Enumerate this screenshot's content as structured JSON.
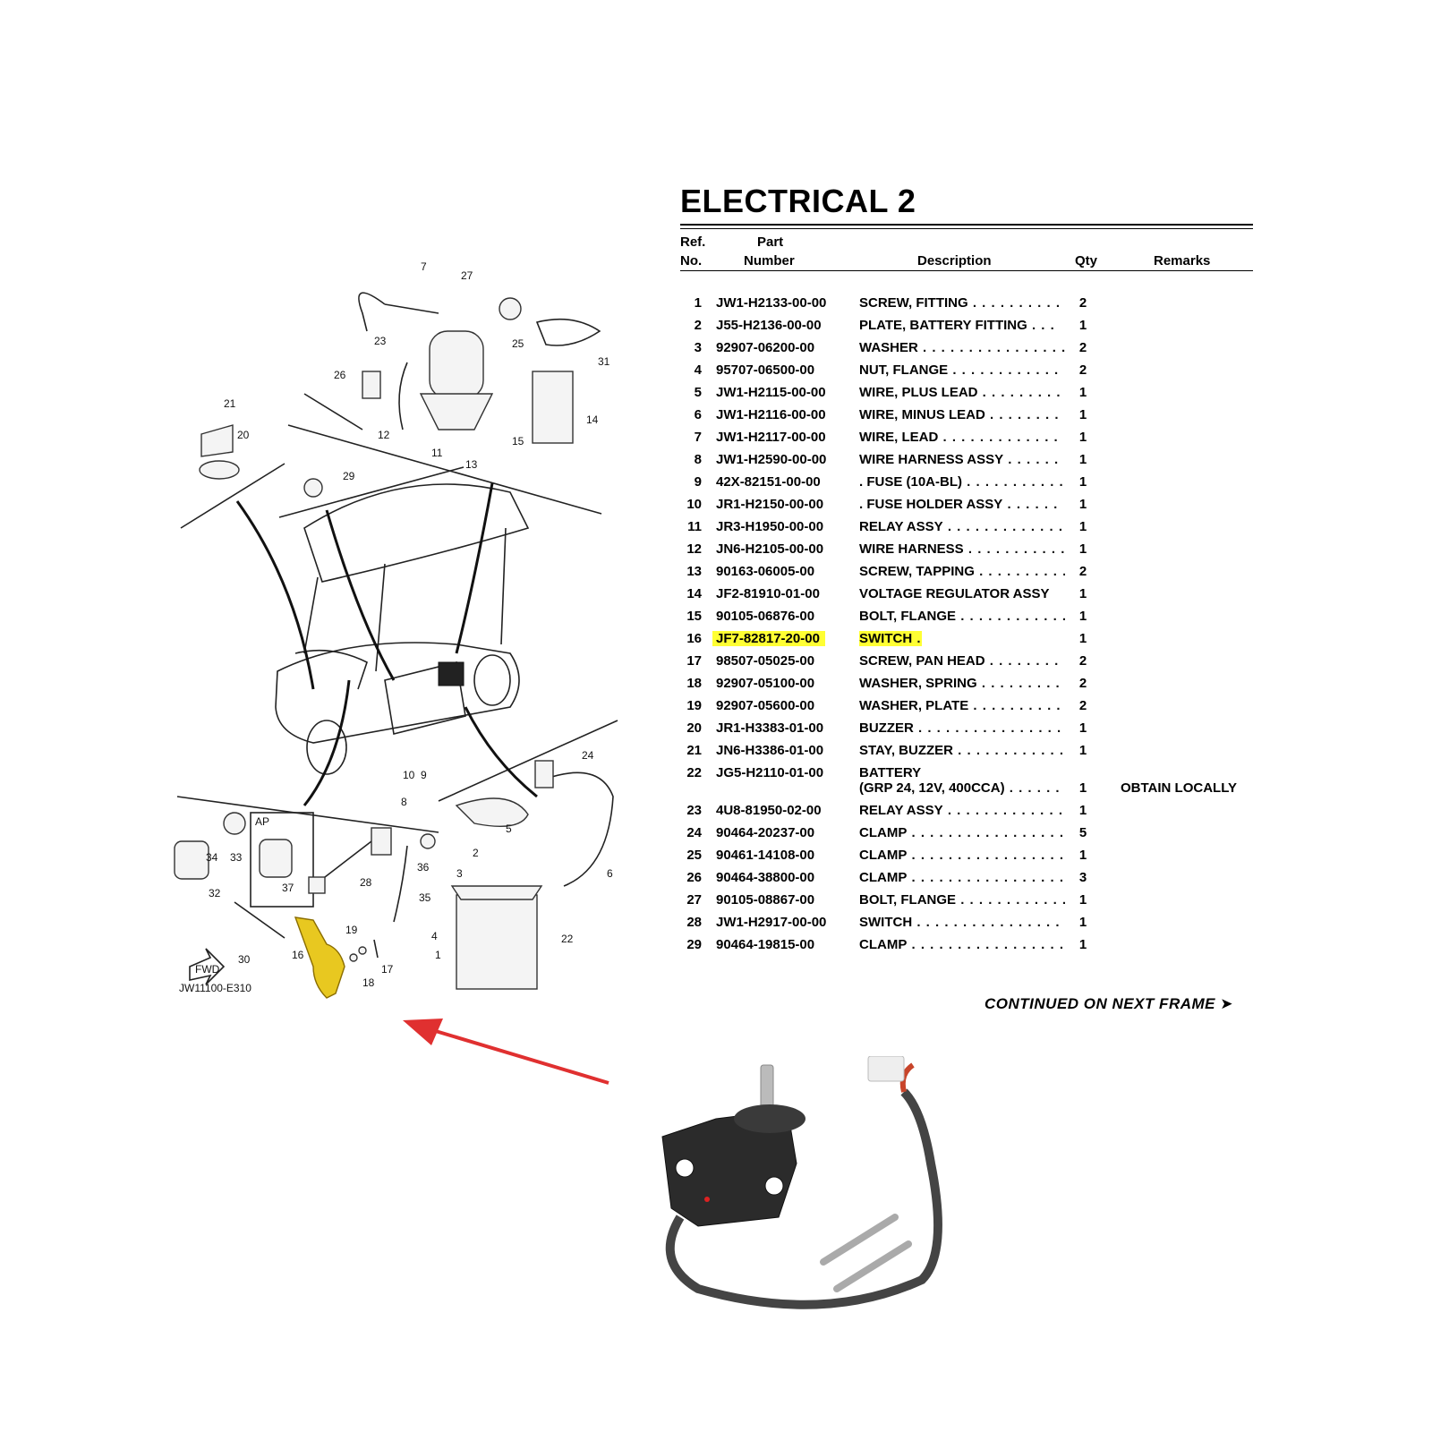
{
  "title": "ELECTRICAL 2",
  "headers": {
    "ref_line1": "Ref.",
    "ref_line2": "No.",
    "part_line1": "Part",
    "part_line2": "Number",
    "description": "Description",
    "qty": "Qty",
    "remarks": "Remarks"
  },
  "parts": [
    {
      "ref": "1",
      "part": "JW1-H2133-00-00",
      "desc": "SCREW, FITTING",
      "dots": " . . . . . . . . . . .",
      "qty": "2",
      "remarks": ""
    },
    {
      "ref": "2",
      "part": "J55-H2136-00-00",
      "desc": "PLATE, BATTERY FITTING",
      "dots": " . . .",
      "qty": "1",
      "remarks": ""
    },
    {
      "ref": "3",
      "part": "92907-06200-00",
      "desc": "WASHER",
      "dots": " . . . . . . . . . . . . . . . . .",
      "qty": "2",
      "remarks": ""
    },
    {
      "ref": "4",
      "part": "95707-06500-00",
      "desc": "NUT, FLANGE",
      "dots": " . . . . . . . . . . . .",
      "qty": "2",
      "remarks": ""
    },
    {
      "ref": "5",
      "part": "JW1-H2115-00-00",
      "desc": "WIRE, PLUS LEAD",
      "dots": " . . . . . . . . .",
      "qty": "1",
      "remarks": ""
    },
    {
      "ref": "6",
      "part": "JW1-H2116-00-00",
      "desc": "WIRE, MINUS LEAD",
      "dots": " . . . . . . . .",
      "qty": "1",
      "remarks": ""
    },
    {
      "ref": "7",
      "part": "JW1-H2117-00-00",
      "desc": "WIRE, LEAD",
      "dots": " . . . . . . . . . . . . .",
      "qty": "1",
      "remarks": ""
    },
    {
      "ref": "8",
      "part": "JW1-H2590-00-00",
      "desc": "WIRE HARNESS ASSY",
      "dots": " . . . . . .",
      "qty": "1",
      "remarks": ""
    },
    {
      "ref": "9",
      "part": "42X-82151-00-00",
      "desc": ". FUSE (10A-BL)",
      "dots": " . . . . . . . . . . .",
      "qty": "1",
      "remarks": ""
    },
    {
      "ref": "10",
      "part": "JR1-H2150-00-00",
      "desc": ". FUSE HOLDER ASSY",
      "dots": " . . . . . .",
      "qty": "1",
      "remarks": ""
    },
    {
      "ref": "11",
      "part": "JR3-H1950-00-00",
      "desc": "RELAY ASSY",
      "dots": " . . . . . . . . . . . . . .",
      "qty": "1",
      "remarks": ""
    },
    {
      "ref": "12",
      "part": "JN6-H2105-00-00",
      "desc": "WIRE HARNESS",
      "dots": " . . . . . . . . . . .",
      "qty": "1",
      "remarks": ""
    },
    {
      "ref": "13",
      "part": "90163-06005-00",
      "desc": "SCREW, TAPPING",
      "dots": " . . . . . . . . . .",
      "qty": "2",
      "remarks": ""
    },
    {
      "ref": "14",
      "part": "JF2-81910-01-00",
      "desc": "VOLTAGE REGULATOR ASSY",
      "dots": "",
      "qty": "1",
      "remarks": ""
    },
    {
      "ref": "15",
      "part": "90105-06876-00",
      "desc": "BOLT, FLANGE",
      "dots": " . . . . . . . . . . . .",
      "qty": "1",
      "remarks": ""
    },
    {
      "ref": "16",
      "part": "JF7-82817-20-00",
      "desc": "SWITCH",
      "dots": " . . . . . . . . . . . . . . . . . .",
      "qty": "1",
      "remarks": "",
      "highlight": true
    },
    {
      "ref": "17",
      "part": "98507-05025-00",
      "desc": "SCREW, PAN HEAD",
      "dots": " . . . . . . . .",
      "qty": "2",
      "remarks": ""
    },
    {
      "ref": "18",
      "part": "92907-05100-00",
      "desc": "WASHER, SPRING",
      "dots": " . . . . . . . . . .",
      "qty": "2",
      "remarks": ""
    },
    {
      "ref": "19",
      "part": "92907-05600-00",
      "desc": "WASHER, PLATE",
      "dots": " . . . . . . . . . . .",
      "qty": "2",
      "remarks": ""
    },
    {
      "ref": "20",
      "part": "JR1-H3383-01-00",
      "desc": "BUZZER",
      "dots": " . . . . . . . . . . . . . . . . . .",
      "qty": "1",
      "remarks": ""
    },
    {
      "ref": "21",
      "part": "JN6-H3386-01-00",
      "desc": "STAY, BUZZER",
      "dots": " . . . . . . . . . . . .",
      "qty": "1",
      "remarks": ""
    },
    {
      "ref": "22",
      "part": "JG5-H2110-01-00",
      "desc": "BATTERY",
      "desc2": "(GRP 24, 12V, 400CCA)",
      "dots": " . . . . . .",
      "qty": "1",
      "remarks": "OBTAIN LOCALLY"
    },
    {
      "ref": "23",
      "part": "4U8-81950-02-00",
      "desc": "RELAY ASSY",
      "dots": " . . . . . . . . . . . . . .",
      "qty": "1",
      "remarks": ""
    },
    {
      "ref": "24",
      "part": "90464-20237-00",
      "desc": "CLAMP",
      "dots": " . . . . . . . . . . . . . . . . . .",
      "qty": "5",
      "remarks": ""
    },
    {
      "ref": "25",
      "part": "90461-14108-00",
      "desc": "CLAMP",
      "dots": " . . . . . . . . . . . . . . . . . .",
      "qty": "1",
      "remarks": ""
    },
    {
      "ref": "26",
      "part": "90464-38800-00",
      "desc": "CLAMP",
      "dots": " . . . . . . . . . . . . . . . . . .",
      "qty": "3",
      "remarks": ""
    },
    {
      "ref": "27",
      "part": "90105-08867-00",
      "desc": "BOLT, FLANGE",
      "dots": " . . . . . . . . . . . .",
      "qty": "1",
      "remarks": ""
    },
    {
      "ref": "28",
      "part": "JW1-H2917-00-00",
      "desc": "SWITCH",
      "dots": " . . . . . . . . . . . . . . . . . .",
      "qty": "1",
      "remarks": ""
    },
    {
      "ref": "29",
      "part": "90464-19815-00",
      "desc": "CLAMP",
      "dots": " . . . . . . . . . . . . . . . . . .",
      "qty": "1",
      "remarks": ""
    }
  ],
  "continued": "CONTINUED ON NEXT FRAME ➤",
  "diagram": {
    "code": "JW11100-E310",
    "fwd": "FWD",
    "ap": "AP",
    "labels": [
      "1",
      "2",
      "3",
      "4",
      "5",
      "6",
      "7",
      "8",
      "9",
      "10",
      "11",
      "12",
      "13",
      "14",
      "15",
      "16",
      "17",
      "18",
      "19",
      "20",
      "21",
      "22",
      "23",
      "24",
      "25",
      "26",
      "27",
      "28",
      "29",
      "30",
      "31",
      "32",
      "33",
      "34",
      "35",
      "36",
      "37"
    ]
  },
  "colors": {
    "highlight": "#ffff33",
    "arrow": "#e03030",
    "switch_part": "#e8c820"
  }
}
